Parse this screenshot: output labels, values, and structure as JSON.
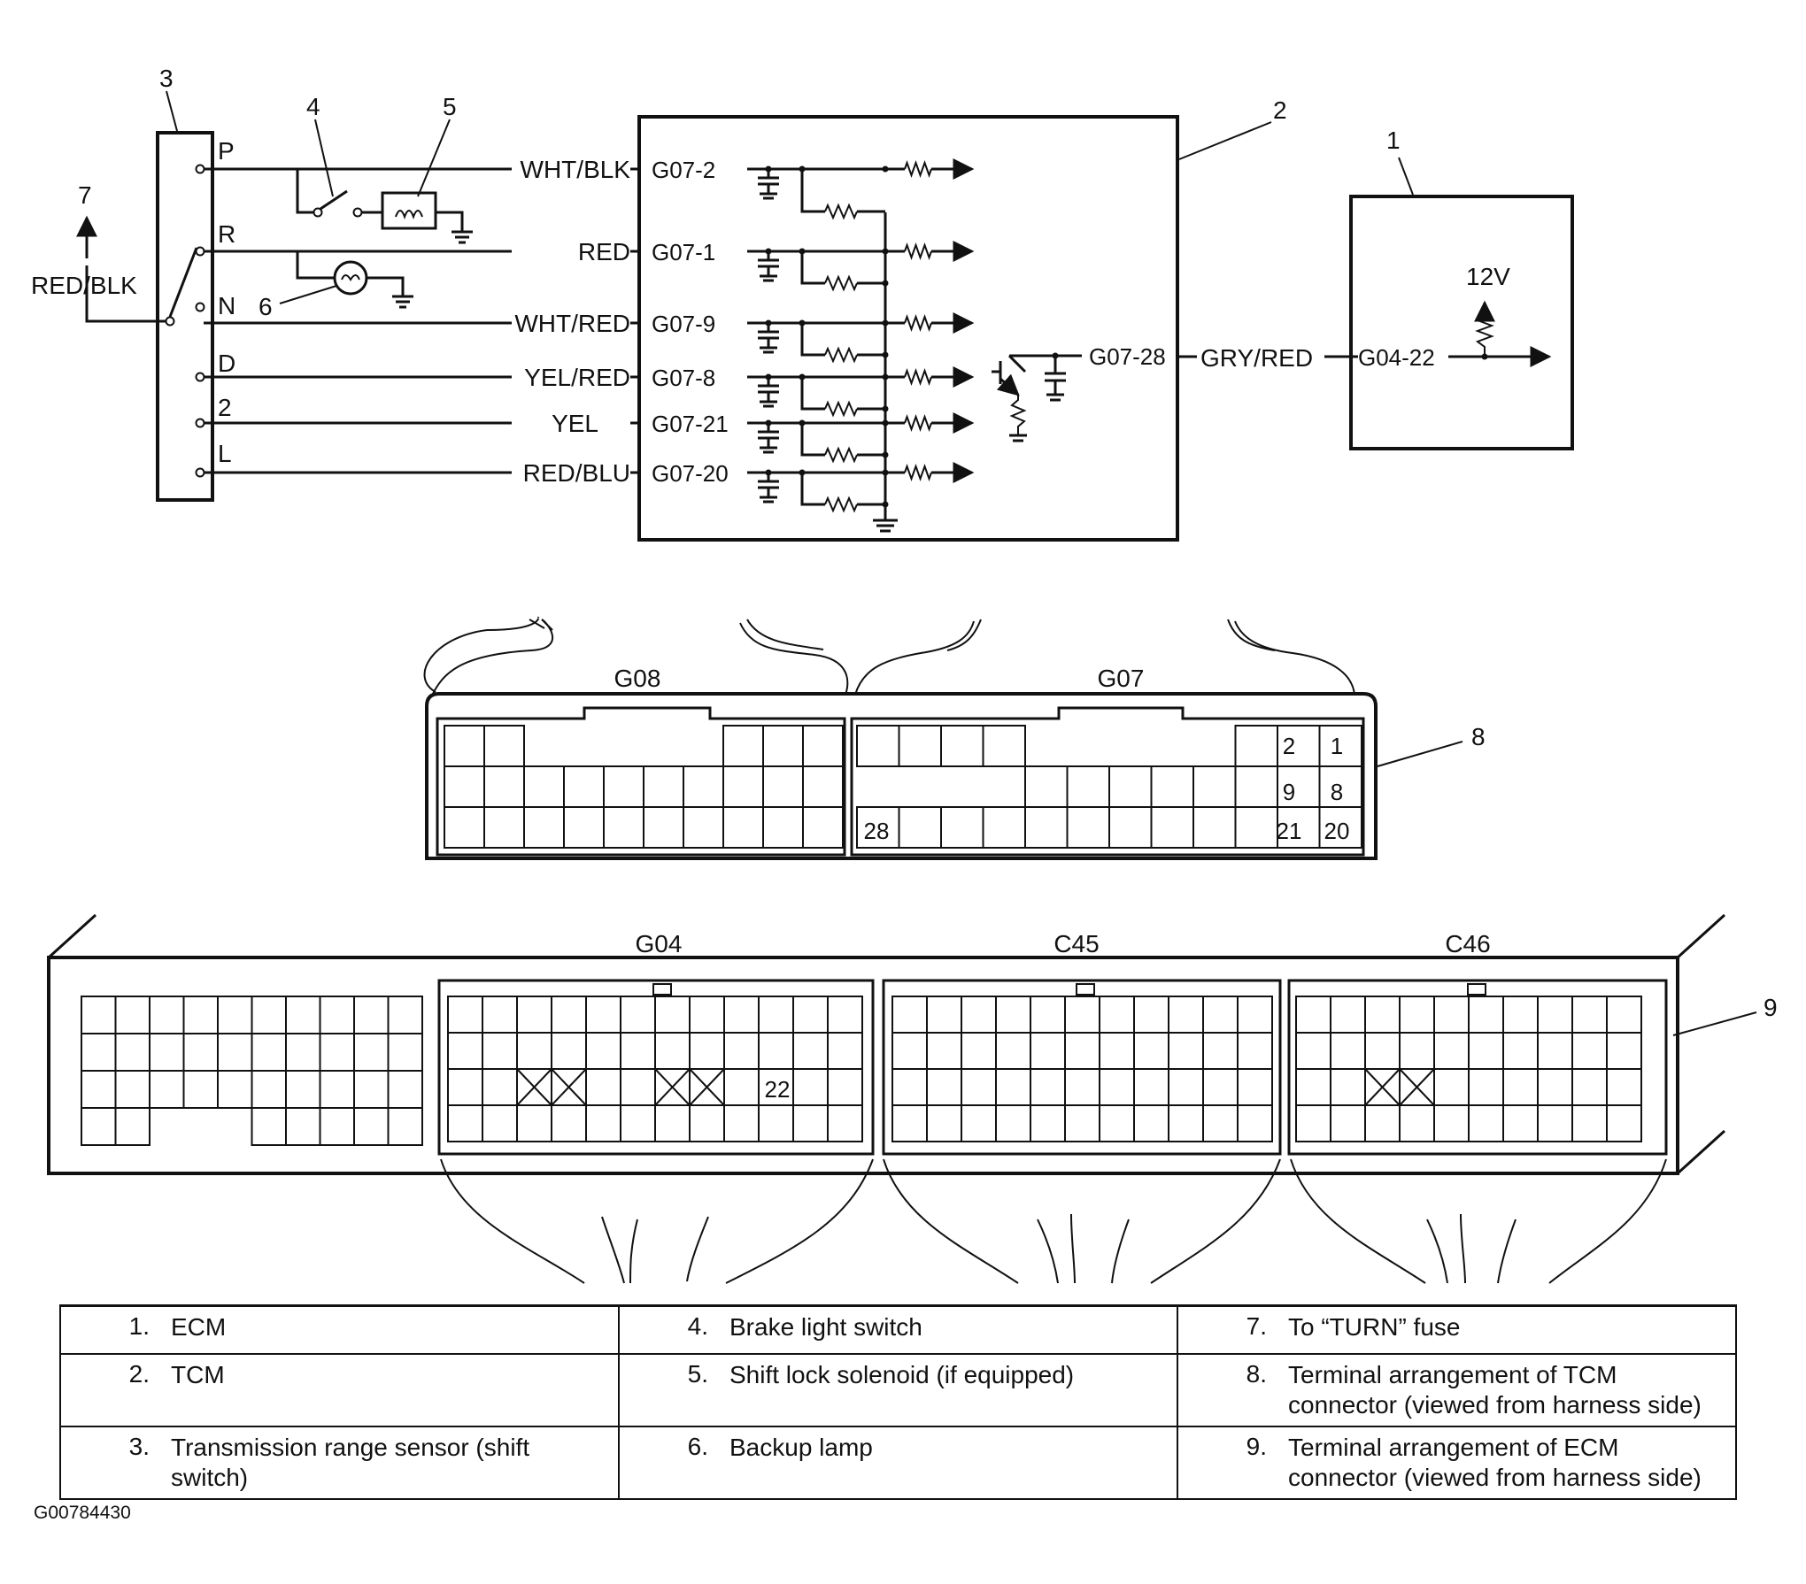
{
  "callouts": [
    "1",
    "2",
    "3",
    "4",
    "5",
    "6",
    "7",
    "8",
    "9"
  ],
  "switch_positions": [
    "P",
    "R",
    "N",
    "D",
    "2",
    "L"
  ],
  "supply_wire": "RED/BLK",
  "wires": [
    {
      "color": "WHT/BLK",
      "terminal": "G07-2"
    },
    {
      "color": "RED",
      "terminal": "G07-1"
    },
    {
      "color": "WHT/RED",
      "terminal": "G07-9"
    },
    {
      "color": "YEL/RED",
      "terminal": "G07-8"
    },
    {
      "color": "YEL",
      "terminal": "G07-21"
    },
    {
      "color": "RED/BLU",
      "terminal": "G07-20"
    }
  ],
  "tcm_out_terminal": "G07-28",
  "link_wire": "GRY/RED",
  "ecm_terminal": "G04-22",
  "ecm_voltage": "12V",
  "tcm_connectors": [
    "G08",
    "G07"
  ],
  "tcm_pins": [
    "2",
    "1",
    "9",
    "8",
    "28",
    "21",
    "20"
  ],
  "ecm_connectors": [
    "G04",
    "C45",
    "C46"
  ],
  "ecm_pin": "22",
  "legend": [
    [
      {
        "n": "1.",
        "t": "ECM"
      },
      {
        "n": "4.",
        "t": "Brake light switch"
      },
      {
        "n": "7.",
        "t": "To “TURN” fuse"
      }
    ],
    [
      {
        "n": "2.",
        "t": "TCM"
      },
      {
        "n": "5.",
        "t": "Shift lock solenoid (if equipped)"
      },
      {
        "n": "8.",
        "t": "Terminal arrangement of TCM connector (viewed from harness side)"
      }
    ],
    [
      {
        "n": "3.",
        "t": "Transmission range sensor (shift switch)"
      },
      {
        "n": "6.",
        "t": "Backup lamp"
      },
      {
        "n": "9.",
        "t": "Terminal arrangement of ECM connector (viewed from harness side)"
      }
    ]
  ],
  "figure_code": "G00784430"
}
